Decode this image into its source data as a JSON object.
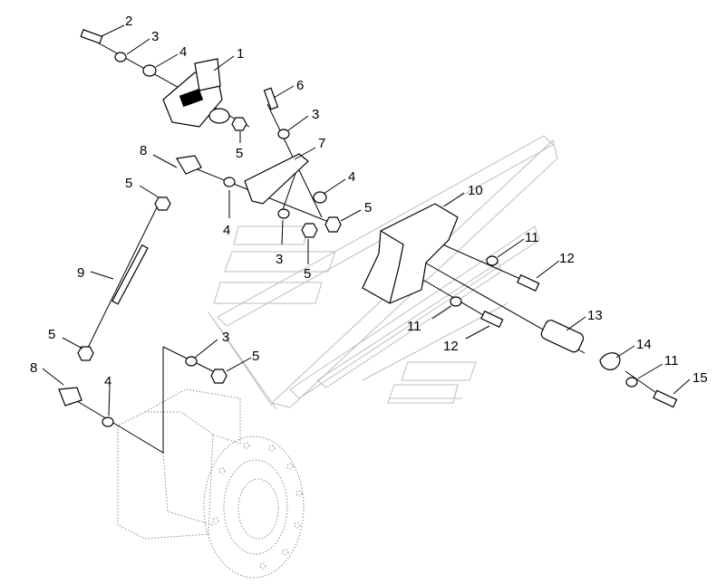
{
  "callouts": [
    {
      "id": "c1",
      "text": "1"
    },
    {
      "id": "c2",
      "text": "2"
    },
    {
      "id": "c3a",
      "text": "3"
    },
    {
      "id": "c4a",
      "text": "4"
    },
    {
      "id": "c5a",
      "text": "5"
    },
    {
      "id": "c6",
      "text": "6"
    },
    {
      "id": "c3b",
      "text": "3"
    },
    {
      "id": "c7",
      "text": "7"
    },
    {
      "id": "c4b",
      "text": "4"
    },
    {
      "id": "c5b",
      "text": "5"
    },
    {
      "id": "c8a",
      "text": "8"
    },
    {
      "id": "c5c",
      "text": "5"
    },
    {
      "id": "c4c",
      "text": "4"
    },
    {
      "id": "c3c",
      "text": "3"
    },
    {
      "id": "c5d",
      "text": "5"
    },
    {
      "id": "c10",
      "text": "10"
    },
    {
      "id": "c11a",
      "text": "11"
    },
    {
      "id": "c12a",
      "text": "12"
    },
    {
      "id": "c9",
      "text": "9"
    },
    {
      "id": "c11b",
      "text": "11"
    },
    {
      "id": "c12b",
      "text": "12"
    },
    {
      "id": "c13",
      "text": "13"
    },
    {
      "id": "c5e",
      "text": "5"
    },
    {
      "id": "c3d",
      "text": "3"
    },
    {
      "id": "c5f",
      "text": "5"
    },
    {
      "id": "c14",
      "text": "14"
    },
    {
      "id": "c8b",
      "text": "8"
    },
    {
      "id": "c4d",
      "text": "4"
    },
    {
      "id": "c11c",
      "text": "11"
    },
    {
      "id": "c15",
      "text": "15"
    }
  ]
}
